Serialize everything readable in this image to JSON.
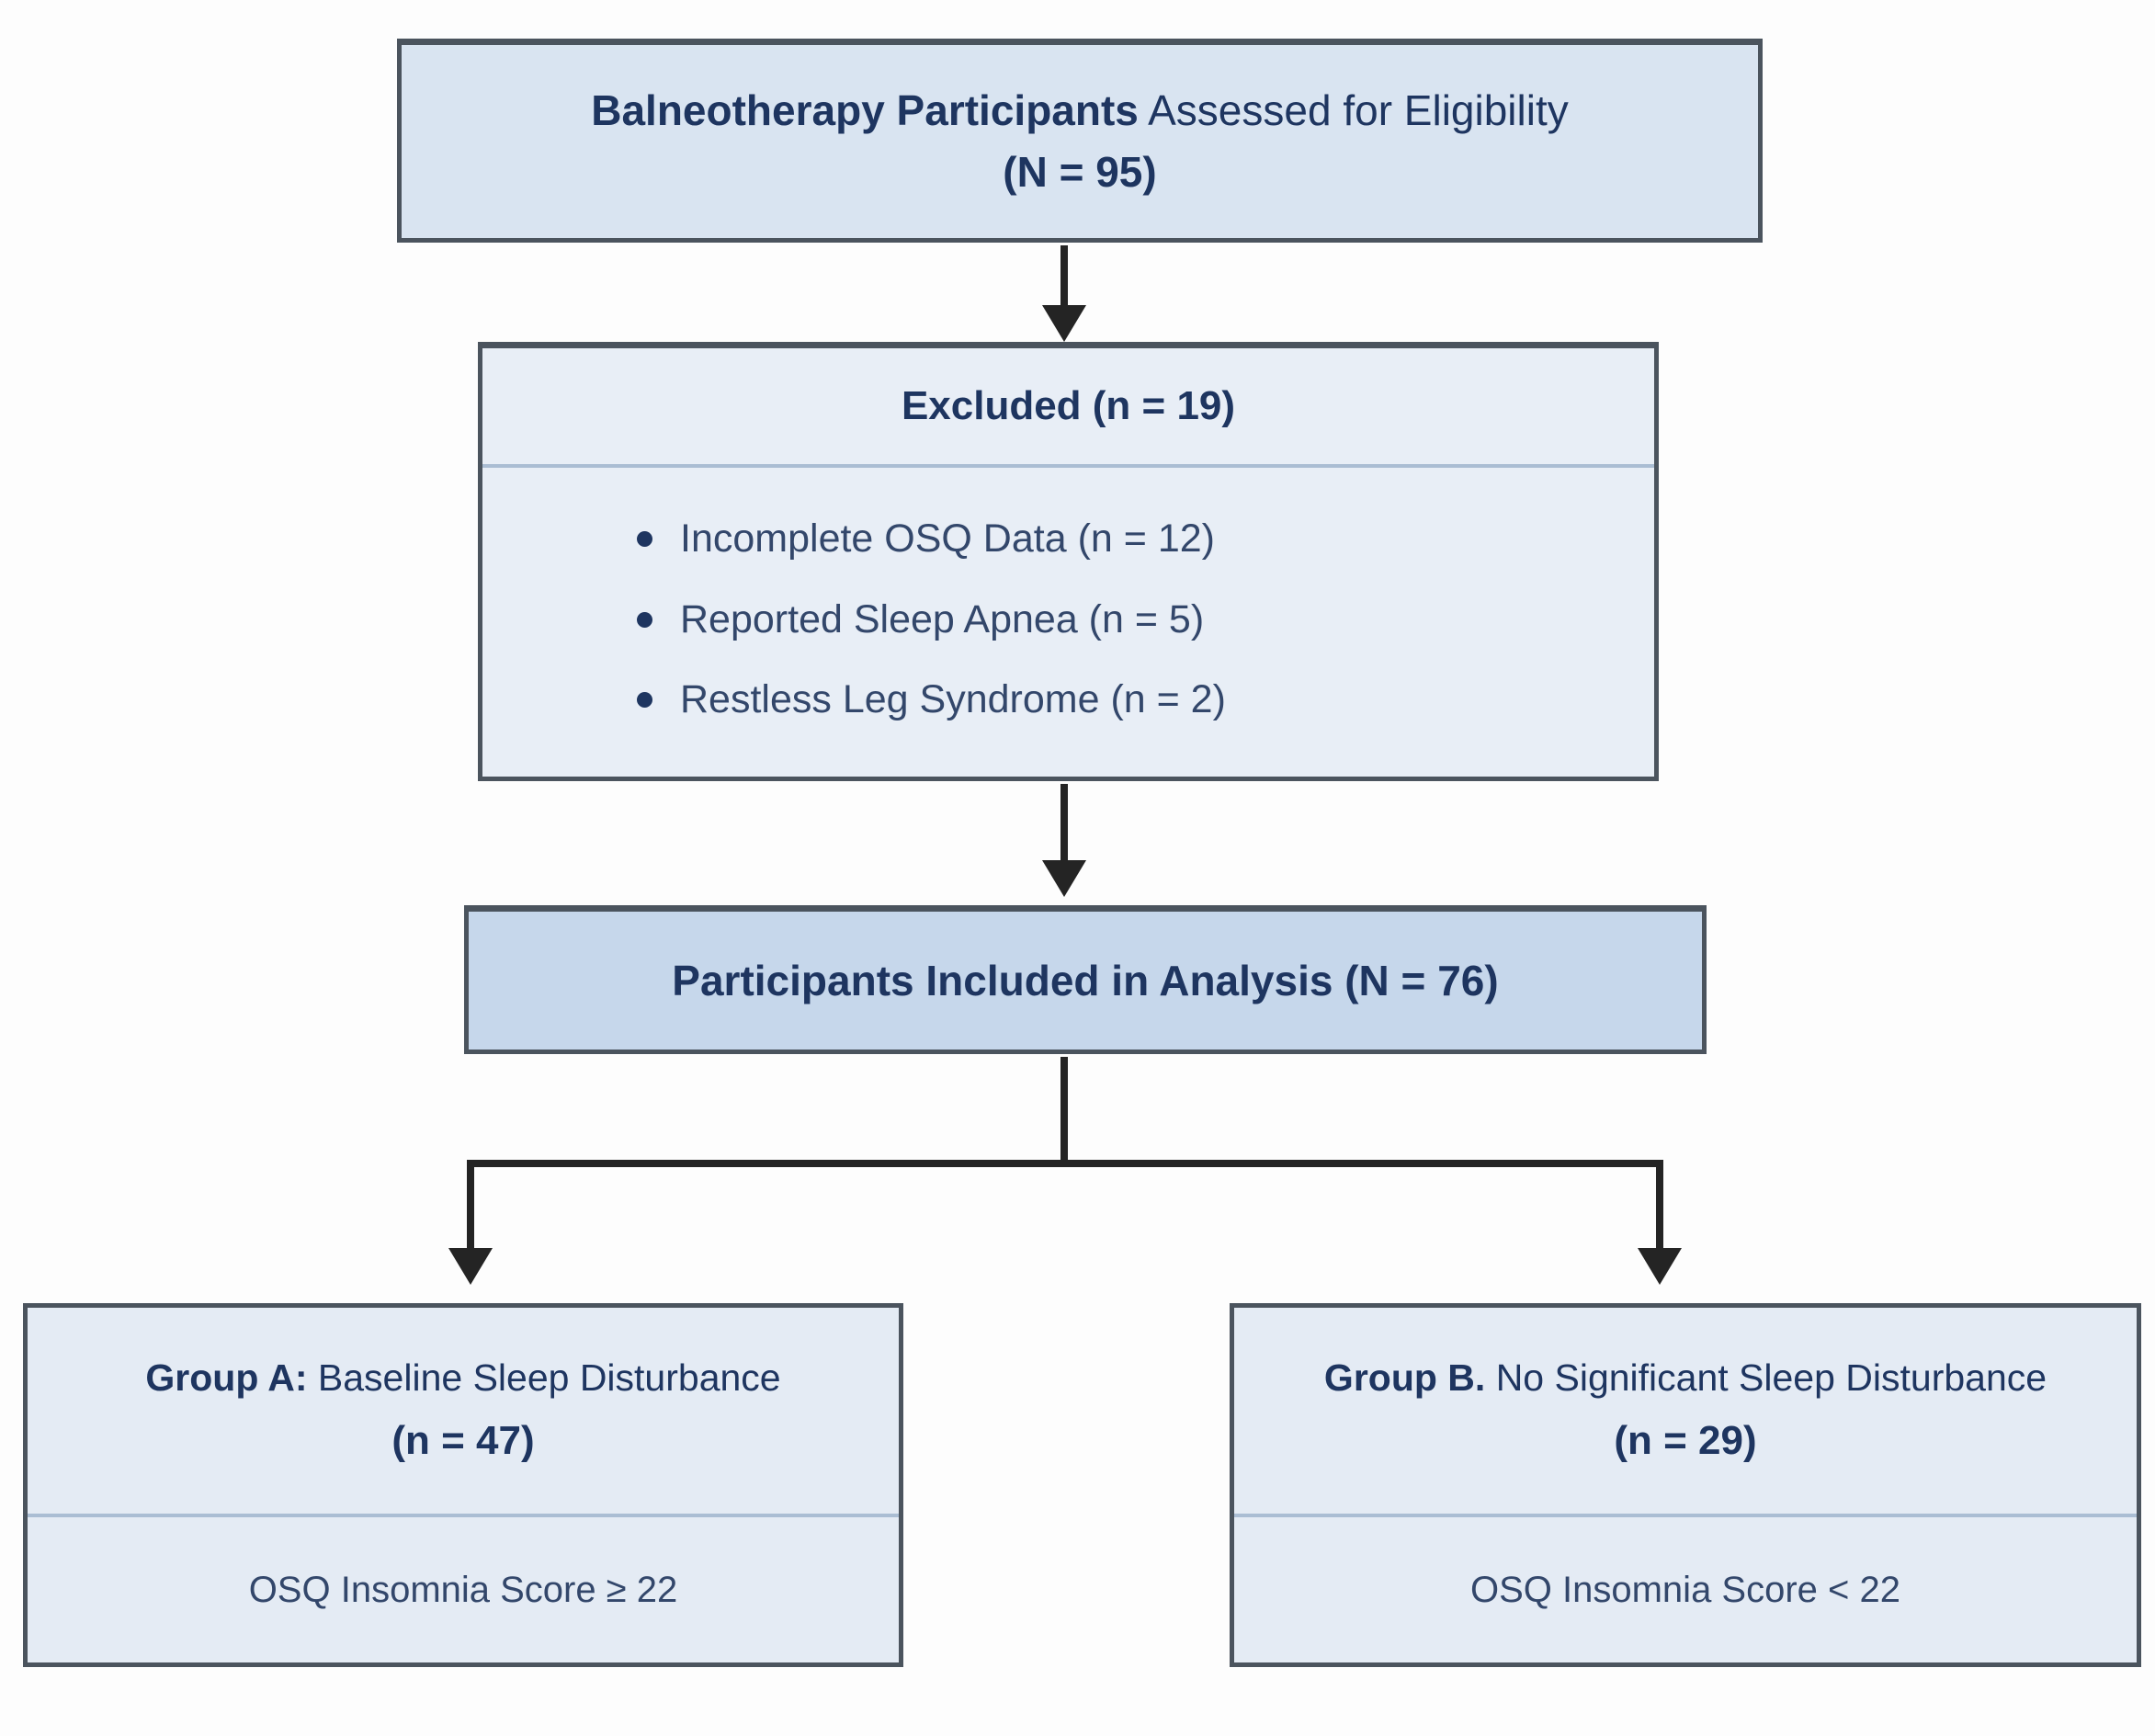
{
  "colors": {
    "background": "#fdfdfd",
    "box_border": "#4b545e",
    "fill_medium": "#d9e4f1",
    "fill_light": "#e8eef6",
    "fill_dark": "#c6d7eb",
    "fill_group": "#e4ebf4",
    "divider": "#aabdd3",
    "text_navy": "#1e3560",
    "text_soft": "#33476b",
    "arrow": "#242424"
  },
  "eligibility_box": {
    "title_bold": "Balneotherapy Participants",
    "title_rest": " Assessed for Eligibility",
    "count": "(N = 95)"
  },
  "excluded_box": {
    "header": "Excluded (n = 19)",
    "items": [
      {
        "label": "Incomplete OSQ Data (n = 12)"
      },
      {
        "label": "Reported Sleep Apnea (n = 5)"
      },
      {
        "label": "Restless Leg Syndrome (n = 2)"
      }
    ]
  },
  "included_box": {
    "label": "Participants Included in Analysis (N = 76)"
  },
  "group_a_box": {
    "title_bold": "Group A:",
    "title_rest": " Baseline Sleep Disturbance",
    "count": "(n = 47)",
    "criteria": "OSQ Insomnia Score ≥ 22"
  },
  "group_b_box": {
    "title_bold": "Group B.",
    "title_rest": " No Significant Sleep Disturbance",
    "count": "(n = 29)",
    "criteria": "OSQ Insomnia Score < 22"
  }
}
